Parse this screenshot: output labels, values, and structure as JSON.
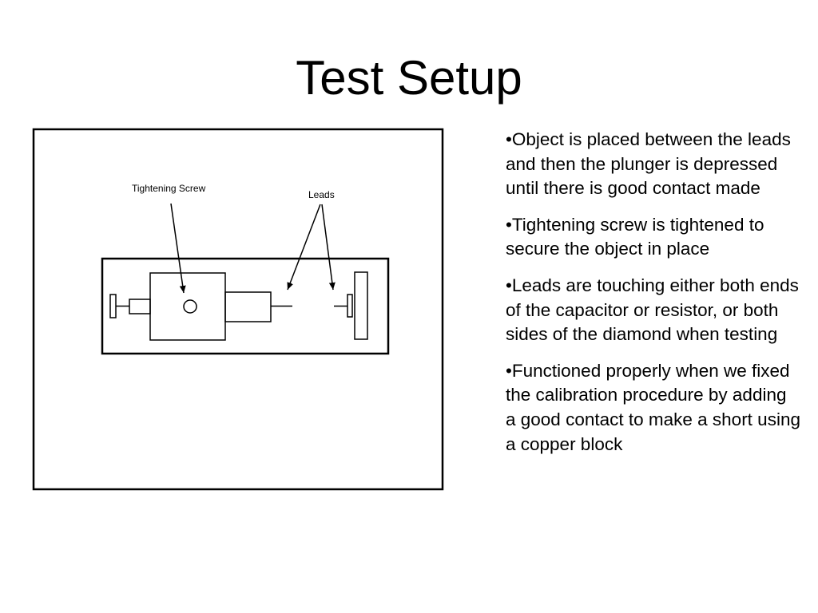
{
  "slide": {
    "title": "Test Setup"
  },
  "diagram": {
    "labels": {
      "tightening_screw": "Tightening Screw",
      "leads": "Leads"
    }
  },
  "bullets": [
    "•Object is placed between the leads and then the plunger is depressed until there is good contact made",
    "•Tightening screw is tightened to secure the object in place",
    "•Leads are touching either both ends of the capacitor or resistor, or both sides of the diamond when testing",
    "•Functioned properly when we fixed the calibration procedure by adding a good contact to make a short using a copper block"
  ],
  "colors": {
    "background": "#ffffff",
    "ink": "#000000"
  }
}
